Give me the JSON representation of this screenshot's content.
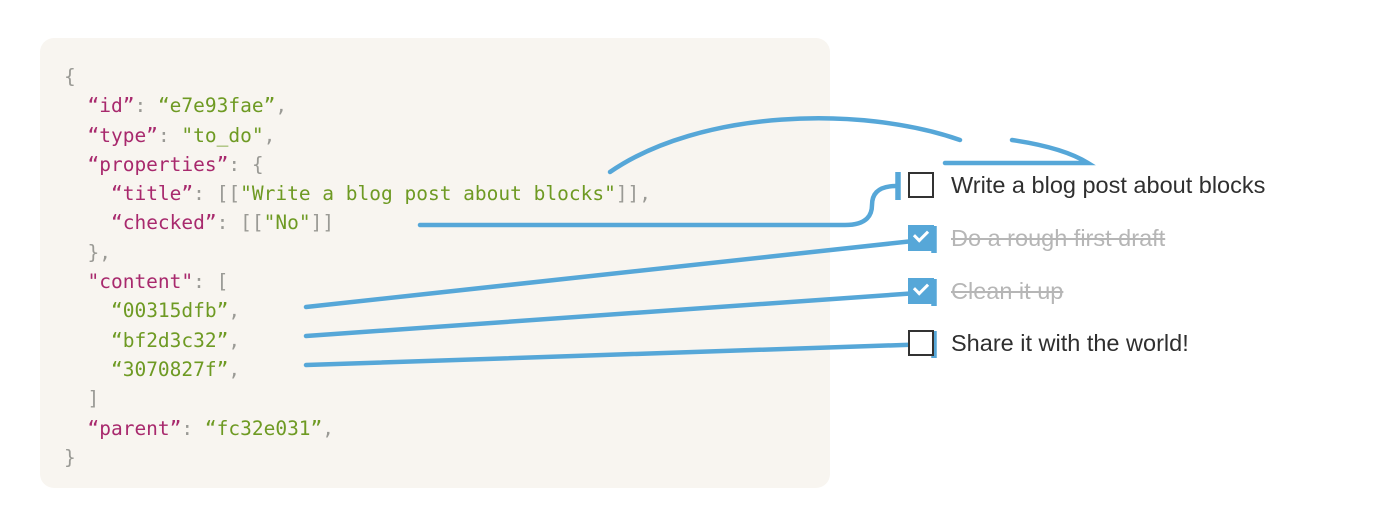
{
  "panel": {
    "background_color": "#f8f5f0",
    "code_lines": [
      [
        {
          "t": "{",
          "c": "p"
        }
      ],
      [
        {
          "t": "  ",
          "c": "p"
        },
        {
          "t": "“id”",
          "c": "k"
        },
        {
          "t": ": ",
          "c": "p"
        },
        {
          "t": "“e7e93fae”",
          "c": "s"
        },
        {
          "t": ",",
          "c": "p"
        }
      ],
      [
        {
          "t": "  ",
          "c": "p"
        },
        {
          "t": "“type”",
          "c": "k"
        },
        {
          "t": ": ",
          "c": "p"
        },
        {
          "t": "\"to_do\"",
          "c": "s"
        },
        {
          "t": ",",
          "c": "p"
        }
      ],
      [
        {
          "t": "  ",
          "c": "p"
        },
        {
          "t": "“properties”",
          "c": "k"
        },
        {
          "t": ": {",
          "c": "p"
        }
      ],
      [
        {
          "t": "    ",
          "c": "p"
        },
        {
          "t": "“title”",
          "c": "k"
        },
        {
          "t": ": [[",
          "c": "p"
        },
        {
          "t": "\"Write a blog post about blocks\"",
          "c": "s"
        },
        {
          "t": "]],",
          "c": "p"
        }
      ],
      [
        {
          "t": "    ",
          "c": "p"
        },
        {
          "t": "“checked”",
          "c": "k"
        },
        {
          "t": ": [[",
          "c": "p"
        },
        {
          "t": "\"No\"",
          "c": "s"
        },
        {
          "t": "]]",
          "c": "p"
        }
      ],
      [
        {
          "t": "  },",
          "c": "p"
        }
      ],
      [
        {
          "t": "  ",
          "c": "p"
        },
        {
          "t": "\"content\"",
          "c": "k"
        },
        {
          "t": ": [",
          "c": "p"
        }
      ],
      [
        {
          "t": "    ",
          "c": "p"
        },
        {
          "t": "“00315dfb”",
          "c": "s"
        },
        {
          "t": ",",
          "c": "p"
        }
      ],
      [
        {
          "t": "    ",
          "c": "p"
        },
        {
          "t": "“bf2d3c32”",
          "c": "s"
        },
        {
          "t": ",",
          "c": "p"
        }
      ],
      [
        {
          "t": "    ",
          "c": "p"
        },
        {
          "t": "“3070827f”",
          "c": "s"
        },
        {
          "t": ",",
          "c": "p"
        }
      ],
      [
        {
          "t": "  ]",
          "c": "p"
        }
      ],
      [
        {
          "t": "  ",
          "c": "p"
        },
        {
          "t": "“parent”",
          "c": "k"
        },
        {
          "t": ": ",
          "c": "p"
        },
        {
          "t": "“fc32e031”",
          "c": "s"
        },
        {
          "t": ",",
          "c": "p"
        }
      ],
      [
        {
          "t": "}",
          "c": "p"
        }
      ]
    ]
  },
  "todo_list": {
    "items": [
      {
        "label": "Write a blog post about blocks",
        "checked": false
      },
      {
        "label": "Do a rough first draft",
        "checked": true
      },
      {
        "label": "Clean it up",
        "checked": true
      },
      {
        "label": "Share it with the world!",
        "checked": false
      }
    ]
  },
  "connectors": {
    "color": "#56a7d8",
    "stroke_width": 4.5,
    "count": 5
  },
  "colors": {
    "accent_blue": "#56a7d8",
    "panel_bg": "#f8f5f0",
    "key_magenta": "#a8296d",
    "string_green": "#6e9a23",
    "punct_gray": "#9a9a95",
    "label_dark": "#2f2f2f",
    "label_done_gray": "#b6b6b6"
  }
}
